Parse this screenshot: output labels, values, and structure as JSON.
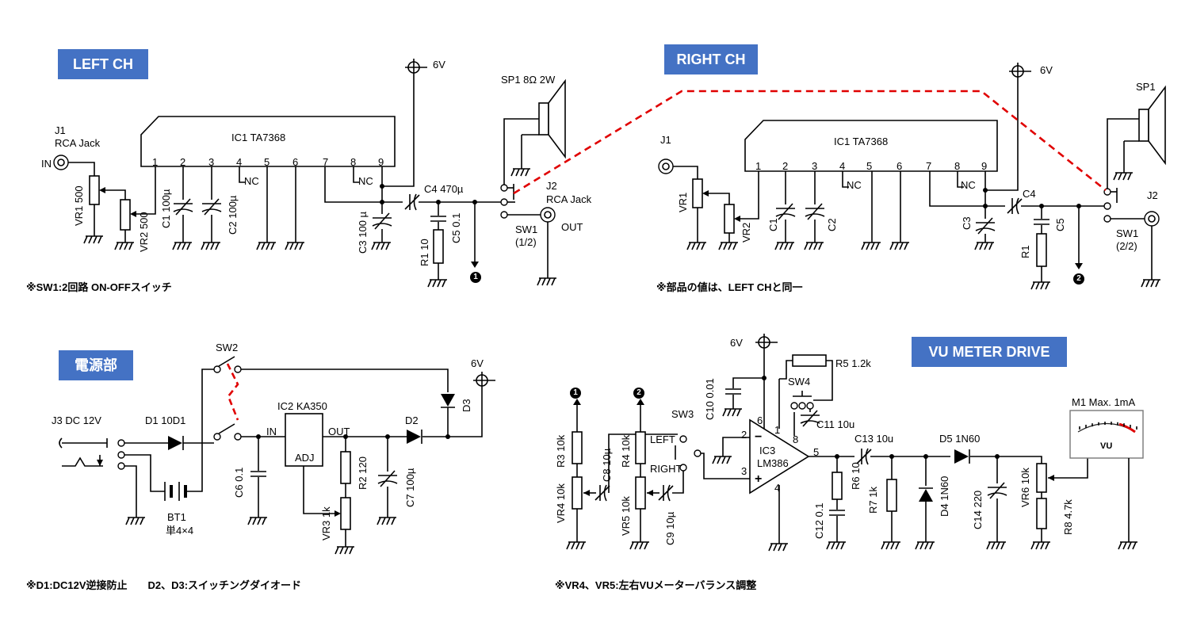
{
  "sections": {
    "left": "LEFT CH",
    "right": "RIGHT CH",
    "power": "電源部",
    "vu": "VU METER DRIVE"
  },
  "notes": {
    "sw1": "※SW1:2回路 ON-OFFスイッチ",
    "same": "※部品の値は、LEFT CHと同一",
    "diodes": "※D1:DC12V逆接防止　　D2、D3:スイッチングダイオード",
    "vr": "※VR4、VR5:左右VUメーターバランス調整"
  },
  "markers": {
    "one": "1",
    "two": "2"
  },
  "left": {
    "ic": "IC1  TA7368",
    "pins": [
      "1",
      "2",
      "3",
      "4",
      "5",
      "6",
      "7",
      "8",
      "9"
    ],
    "nc": "NC",
    "vcc": "6V",
    "j1": "J1",
    "j1b": "RCA Jack",
    "in": "IN",
    "vr1": "VR1 500",
    "vr2": "VR2 500",
    "c1": "C1 100µ",
    "c2": "C2 100µ",
    "c3": "C3 100 µ",
    "c4": "C4  470µ",
    "c5": "C5  0.1",
    "r1": "R1 10",
    "sp1": "SP1  8Ω  2W",
    "j2": "J2",
    "j2b": "RCA Jack",
    "out": "OUT",
    "sw1": "SW1",
    "sw1b": "(1/2)"
  },
  "right": {
    "ic": "IC1  TA7368",
    "vcc": "6V",
    "j1": "J1",
    "vr1": "VR1",
    "vr2": "VR2",
    "c1": "C1",
    "c2": "C2",
    "c3": "C3",
    "c4": "C4",
    "c5": "C5",
    "r1": "R1",
    "sp1": "SP1",
    "j2": "J2",
    "sw1": "SW1",
    "sw1b": "(2/2)"
  },
  "power": {
    "sw2": "SW2",
    "vcc": "6V",
    "d3": "D3",
    "ic2": "IC2  KA350",
    "in": "IN",
    "out": "OUT",
    "adj": "ADJ",
    "j3": "J3  DC 12V",
    "d1": "D1 10D1",
    "d2": "D2",
    "c6": "C6  0.1",
    "r2": "R2  120",
    "c7": "C7  100µ",
    "vr3": "VR3  1k",
    "bt1": "BT1",
    "bt1b": "単4×4"
  },
  "vu": {
    "vcc": "6V",
    "r5": "R5  1.2k",
    "c10": "C10  0.01",
    "sw4": "SW4",
    "c11": "C11  10u",
    "sw3": "SW3",
    "left": "LEFT",
    "right": "RIGHT",
    "ic3": "IC3",
    "ic3b": "LM386",
    "p6": "6",
    "p1": "1",
    "p8": "8",
    "p2": "2",
    "p3": "3",
    "p4": "4",
    "p5": "5",
    "c13": "C13  10u",
    "d5": "D5  1N60",
    "m1": "M1  Max. 1mA",
    "vu": "VU",
    "r3": "R3  10k",
    "vr4": "VR4  10k",
    "c8": "C8  10µ",
    "r4": "R4  10k",
    "vr5": "VR5  10k",
    "c9": "C9  10µ",
    "c12": "C12  0.1",
    "r6": "R6  10",
    "r7": "R7  1k",
    "d4": "D4  1N60",
    "c14": "C14  220",
    "vr6": "VR6  10k",
    "r8": "R8  4.7k"
  },
  "colors": {
    "accent": "#4472c4",
    "link": "#e00000"
  }
}
